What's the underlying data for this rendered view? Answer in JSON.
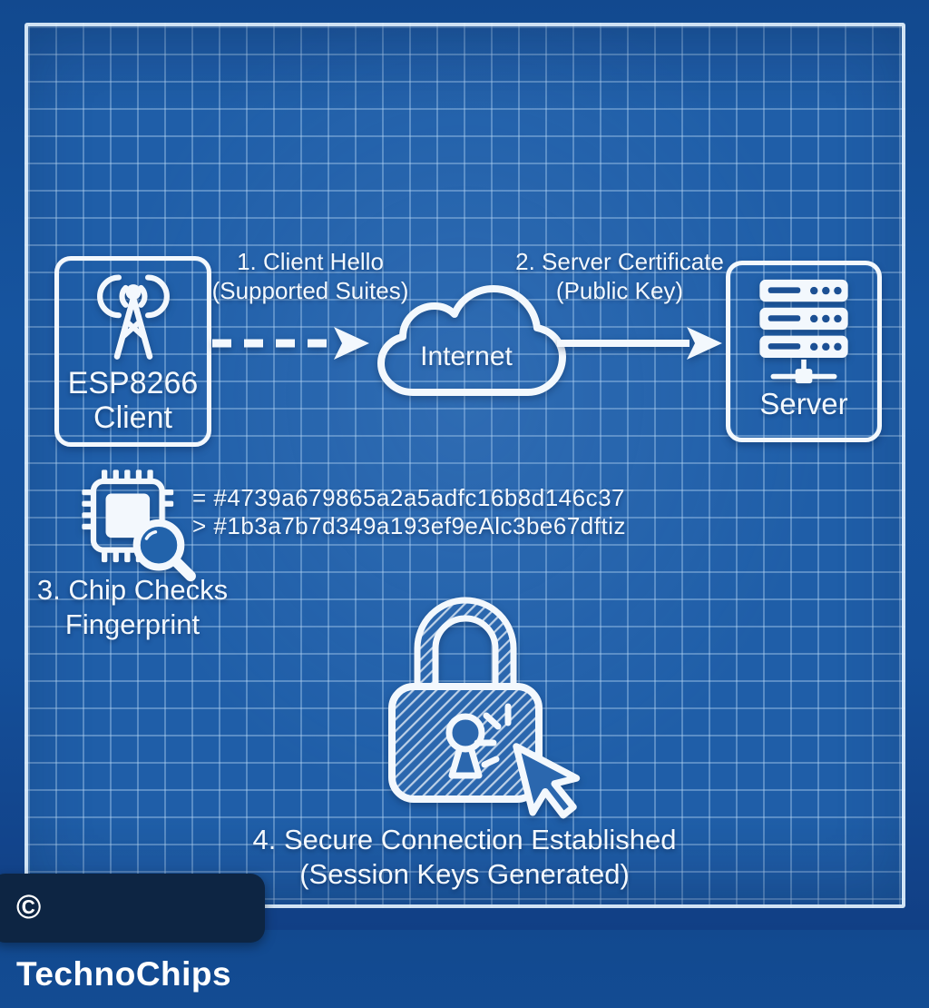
{
  "watermark": {
    "label": "© TechnoChips"
  },
  "nodes": {
    "client": {
      "line1": "ESP8266",
      "line2": "Client"
    },
    "internet": {
      "label": "Internet"
    },
    "server": {
      "label": "Server"
    }
  },
  "steps": {
    "step1": {
      "line1": "1. Client Hello",
      "line2": "(Supported Suites)"
    },
    "step2": {
      "line1": "2. Server Certificate",
      "line2": "(Public Key)"
    },
    "step3": {
      "line1": "3. Chip Checks",
      "line2": "Fingerprint"
    },
    "step4": {
      "line1": "4. Secure Connection Established",
      "line2": "(Session Keys Generated)"
    }
  },
  "fingerprints": {
    "expected": "= #4739a679865a2a5adfc16b8d146c37",
    "received": "> #1b3a7b7d349a193ef9eAlc3be67dftiz"
  },
  "colors": {
    "background": "#16549f",
    "blueprint_fill": "#1f5ea8",
    "grid_line": "#5e93cd",
    "frame": "#dceefb",
    "ink": "#f3f8fd",
    "watermark_bg": "#0d2543"
  }
}
